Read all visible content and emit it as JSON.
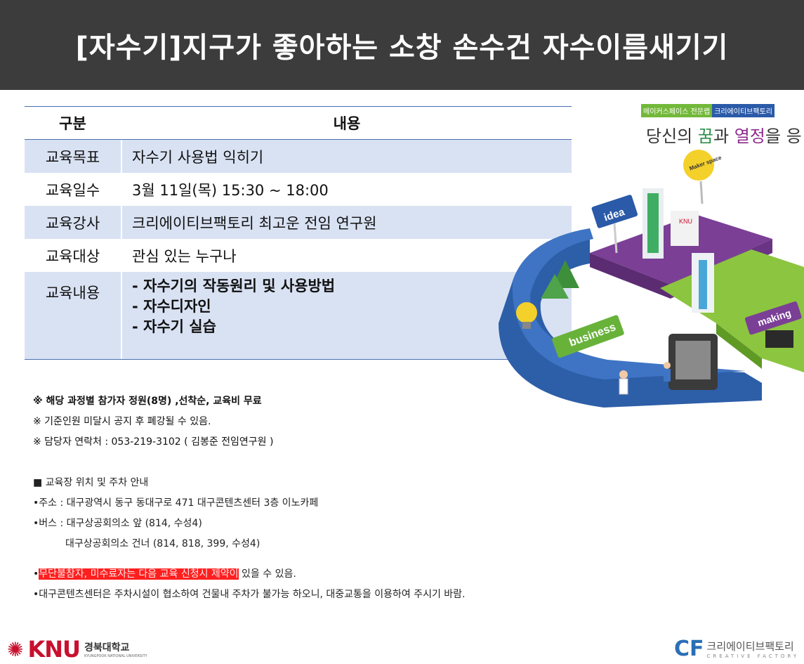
{
  "header": {
    "title": "[자수기]지구가 좋아하는 소창 손수건 자수이름새기기"
  },
  "table": {
    "head": {
      "c1": "구분",
      "c2": "내용"
    },
    "rows": [
      {
        "label": "교육목표",
        "value": "자수기 사용법 익히기"
      },
      {
        "label": "교육일수",
        "value": "3월 11일(목) 15:30  ~ 18:00"
      },
      {
        "label": "교육강사",
        "value": "크리에이티브팩토리 최고운 전임 연구원"
      },
      {
        "label": "교육대상",
        "value": "관심 있는 누구나"
      }
    ],
    "content": {
      "label": "교육내용",
      "items": [
        "- 자수기의 작동원리 및 사용방법",
        "- 자수디자인",
        "- 자수기 실습"
      ]
    }
  },
  "notes": [
    "※ 해당 과정별 참가자 정원(8명) ,선착순, 교육비 무료",
    "※ 기준인원 미달시 공지 후 폐강될 수 있음.",
    "※ 담당자 연락처 : 053-219-3102 ( 김봉준 전임연구원 )"
  ],
  "info": {
    "heading": "■ 교육장 위치 및 주차 안내",
    "address": "•주소 : 대구광역시 동구 동대구로 471  대구콘텐츠센터 3층 이노카페",
    "bus1": "•버스 : 대구상공회의소 앞 (814,  수성4)",
    "bus2": "대구상공회의소 건너 (814,  818,  399,  수성4)",
    "warn_bullet": "•",
    "warn_highlight": "무단불참자, 미수료자는 다음 교육 신청시 제약이",
    "warn_rest": " 있을 수 있음.",
    "parking": "•대구콘텐츠센터은 주차시설이 협소하여 건물내 주차가 불가능 하오니, 대중교통을 이용하여 주시기 바람."
  },
  "illustration": {
    "badge_left": "메이커스페이스 전문랩",
    "badge_right": "크리에이티브팩토리",
    "tagline_1": "당신의 ",
    "tagline_kkum": "꿈",
    "tagline_2": "과 ",
    "tagline_yeoljeong": "열정",
    "tagline_3": "을 응",
    "sign_idea": "idea",
    "sign_maker": "Maker space",
    "sign_business": "business",
    "sign_making": "making",
    "sign_knu": "KNU"
  },
  "footer": {
    "knu_logo": "KNU",
    "knu_kr": "경북대학교",
    "knu_en": "KYUNGPOOK NATIONAL UNIVERSITY",
    "cf_mark": "CF",
    "cf_kr": "크리에이티브팩토리",
    "cf_en": "CREATIVE FACTORY"
  }
}
